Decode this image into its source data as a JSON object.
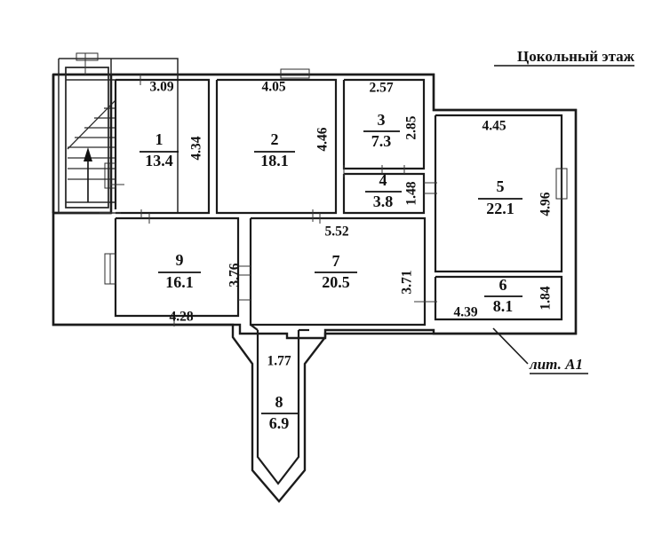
{
  "document": {
    "title": "Цокольный этаж",
    "litera_label": "лит. А1",
    "kind": "floor-plan"
  },
  "rooms": [
    {
      "number": "1",
      "area": "13.4",
      "width_dim": "3.09",
      "height_dim": "4.34"
    },
    {
      "number": "2",
      "area": "18.1",
      "width_dim": "4.05",
      "height_dim": "4.46"
    },
    {
      "number": "3",
      "area": "7.3",
      "width_dim": "2.57",
      "height_dim": "2.85"
    },
    {
      "number": "4",
      "area": "3.8",
      "width_dim": "",
      "height_dim": "1.48"
    },
    {
      "number": "5",
      "area": "22.1",
      "width_dim": "4.45",
      "height_dim": "4.96"
    },
    {
      "number": "6",
      "area": "8.1",
      "width_dim": "4.39",
      "height_dim": "1.84"
    },
    {
      "number": "7",
      "area": "20.5",
      "width_dim": "5.52",
      "height_dim": "3.71"
    },
    {
      "number": "8",
      "area": "6.9",
      "width_dim": "1.77",
      "height_dim": ""
    },
    {
      "number": "9",
      "area": "16.1",
      "width_dim": "4.28",
      "height_dim": "3.76"
    }
  ],
  "dimensions": {
    "d_3_09": "3.09",
    "d_4_34": "4.34",
    "d_4_05": "4.05",
    "d_4_46": "4.46",
    "d_2_57": "2.57",
    "d_2_85": "2.85",
    "d_1_48": "1.48",
    "d_4_45": "4.45",
    "d_4_96": "4.96",
    "d_5_52": "5.52",
    "d_3_71": "3.71",
    "d_3_76": "3.76",
    "d_4_28": "4.28",
    "d_4_39": "4.39",
    "d_1_84": "1.84",
    "d_1_77": "1.77"
  },
  "features": {
    "staircase_name": "staircase",
    "direction_arrow": "up-direction-arrow",
    "window_symbol": "window"
  },
  "colors": {
    "wall": "#1b1b1b",
    "text": "#111111",
    "background": "#ffffff"
  }
}
